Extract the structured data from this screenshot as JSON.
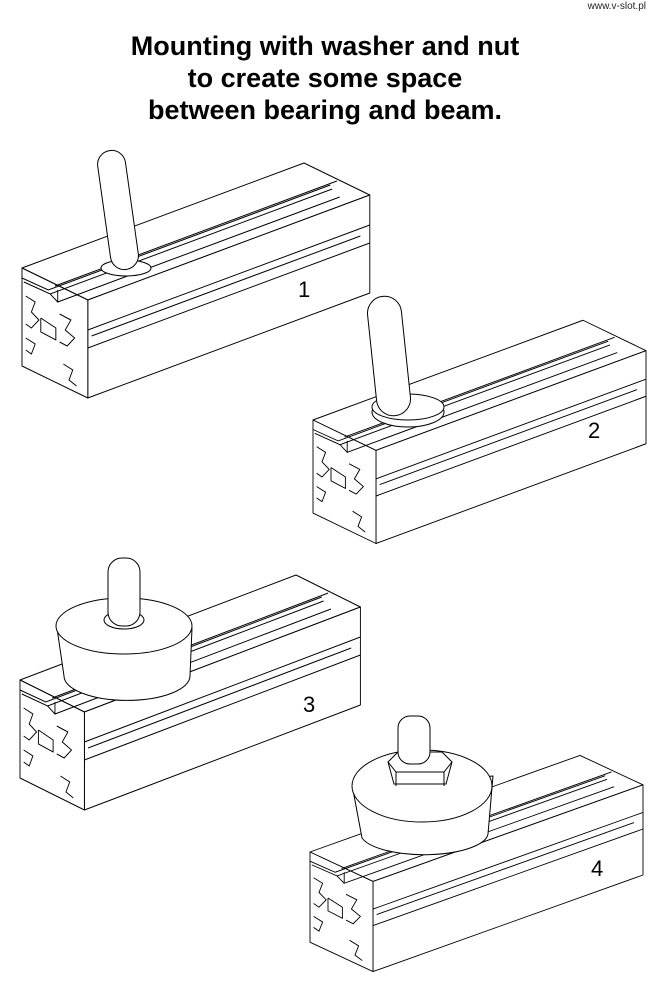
{
  "site": "www.v-slot.pl",
  "title": {
    "lines": [
      "Mounting with washer and nut",
      "to create some space",
      "between bearing and beam."
    ]
  },
  "steps": [
    {
      "label": "1"
    },
    {
      "label": "2"
    },
    {
      "label": "3"
    },
    {
      "label": "4"
    }
  ]
}
